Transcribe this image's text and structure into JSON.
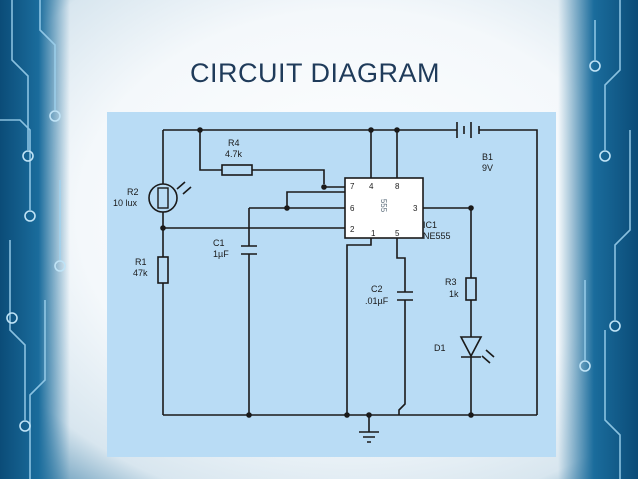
{
  "slide": {
    "title": "CIRCUIT DIAGRAM",
    "colors": {
      "frame": "#0b4c78",
      "panel": "#b9dcf5",
      "title": "#1f3b5a",
      "wire": "#1a1a1a"
    }
  },
  "diagram": {
    "components": {
      "r4": {
        "ref": "R4",
        "value": "4.7k"
      },
      "r2": {
        "ref": "R2",
        "value": "10 lux"
      },
      "r1": {
        "ref": "R1",
        "value": "47k"
      },
      "c1": {
        "ref": "C1",
        "value": "1µF"
      },
      "c2": {
        "ref": "C2",
        "value": ".01µF"
      },
      "b1": {
        "ref": "B1",
        "value": "9V"
      },
      "ic1": {
        "ref": "IC1",
        "value": "NE555",
        "chip_marking": "555"
      },
      "r3": {
        "ref": "R3",
        "value": "1k"
      },
      "d1": {
        "ref": "D1"
      }
    },
    "pins": {
      "p7": "7",
      "p4": "4",
      "p8": "8",
      "p6": "6",
      "p3": "3",
      "p2": "2",
      "p1": "1",
      "p5": "5"
    }
  }
}
